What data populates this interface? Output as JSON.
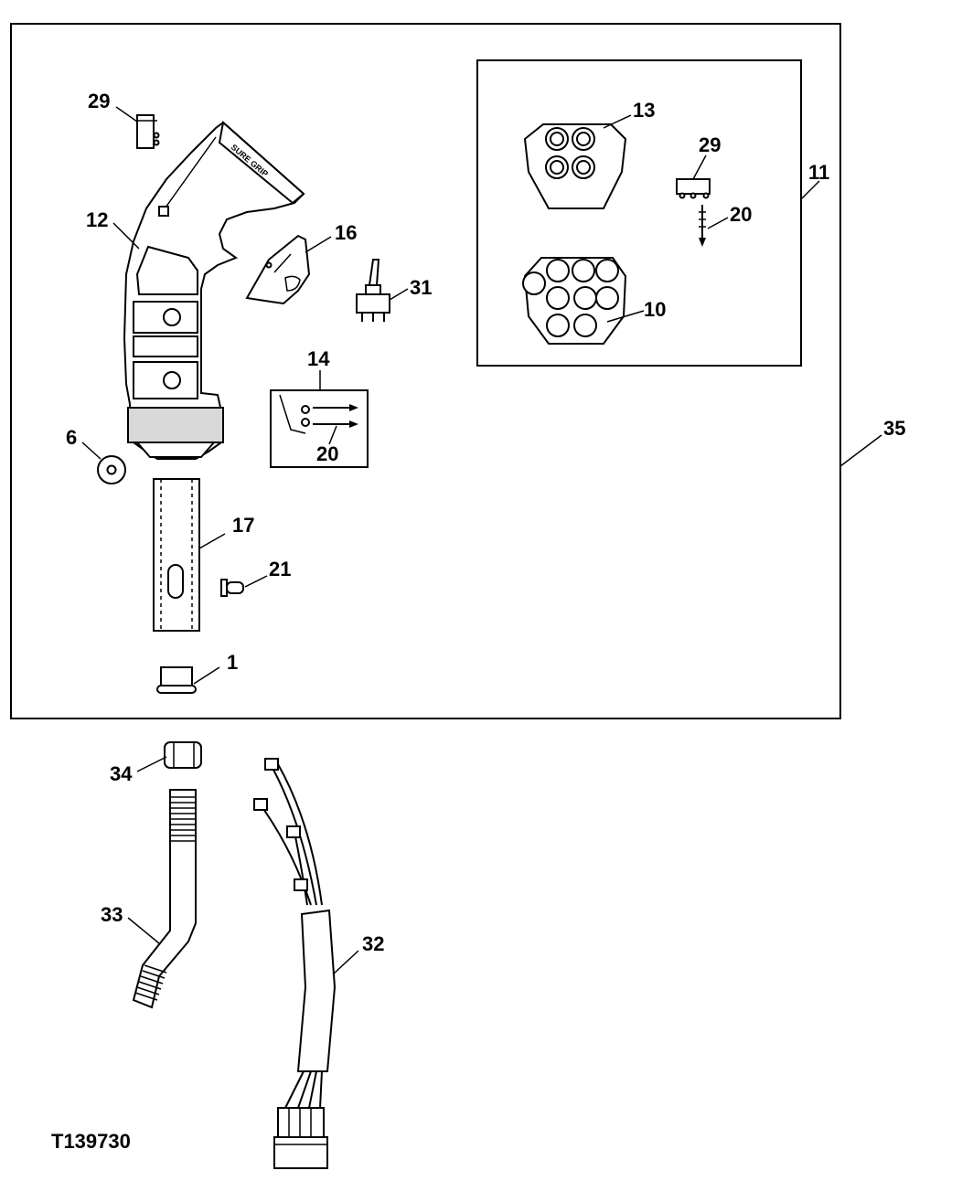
{
  "figure_id": "T139730",
  "callouts": {
    "c29a": "29",
    "c12": "12",
    "c16": "16",
    "c31": "31",
    "c14": "14",
    "c20a": "20",
    "c6": "6",
    "c17": "17",
    "c21": "21",
    "c1": "1",
    "c13": "13",
    "c29b": "29",
    "c11": "11",
    "c20b": "20",
    "c10": "10",
    "c35": "35",
    "c34": "34",
    "c33": "33",
    "c32": "32"
  },
  "handle_lettering": "SURE GRIP"
}
